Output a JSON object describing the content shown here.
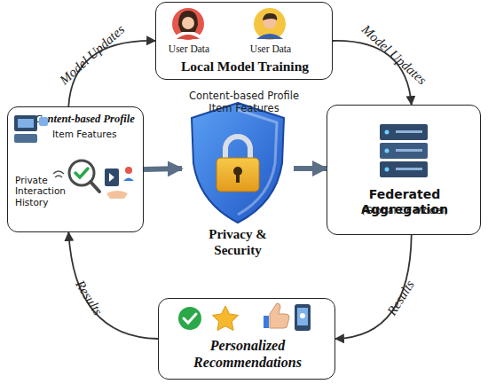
{
  "diagram": {
    "nodes": [
      {
        "text": [
          "User Data",
          "User Data",
          "Local Model Training"
        ]
      },
      {
        "text": [
          "Content-based Profile",
          "Item Features",
          "Private Interaction History"
        ]
      },
      {
        "text": [
          "Privacy & Security"
        ]
      },
      {
        "text": [
          "Federated Aggregation",
          "(Global CF Model)"
        ]
      },
      {
        "text": [
          "Personalized Recommendations"
        ]
      }
    ],
    "edges": [
      {
        "from": 1,
        "to": 0,
        "label": "Model Updates",
        "arrow": "to"
      },
      {
        "from": 0,
        "to": 3,
        "label": "Model Updates",
        "arrow": "to"
      },
      {
        "from": 3,
        "to": 4,
        "label": "Results",
        "arrow": "to"
      },
      {
        "from": 4,
        "to": 1,
        "label": "Results",
        "arrow": "to"
      },
      {
        "from": 1,
        "to": 2,
        "arrow": "to"
      },
      {
        "from": 2,
        "to": 3,
        "arrow": "to"
      }
    ],
    "labels": [
      "Content-based Profile Item Features"
    ]
  }
}
